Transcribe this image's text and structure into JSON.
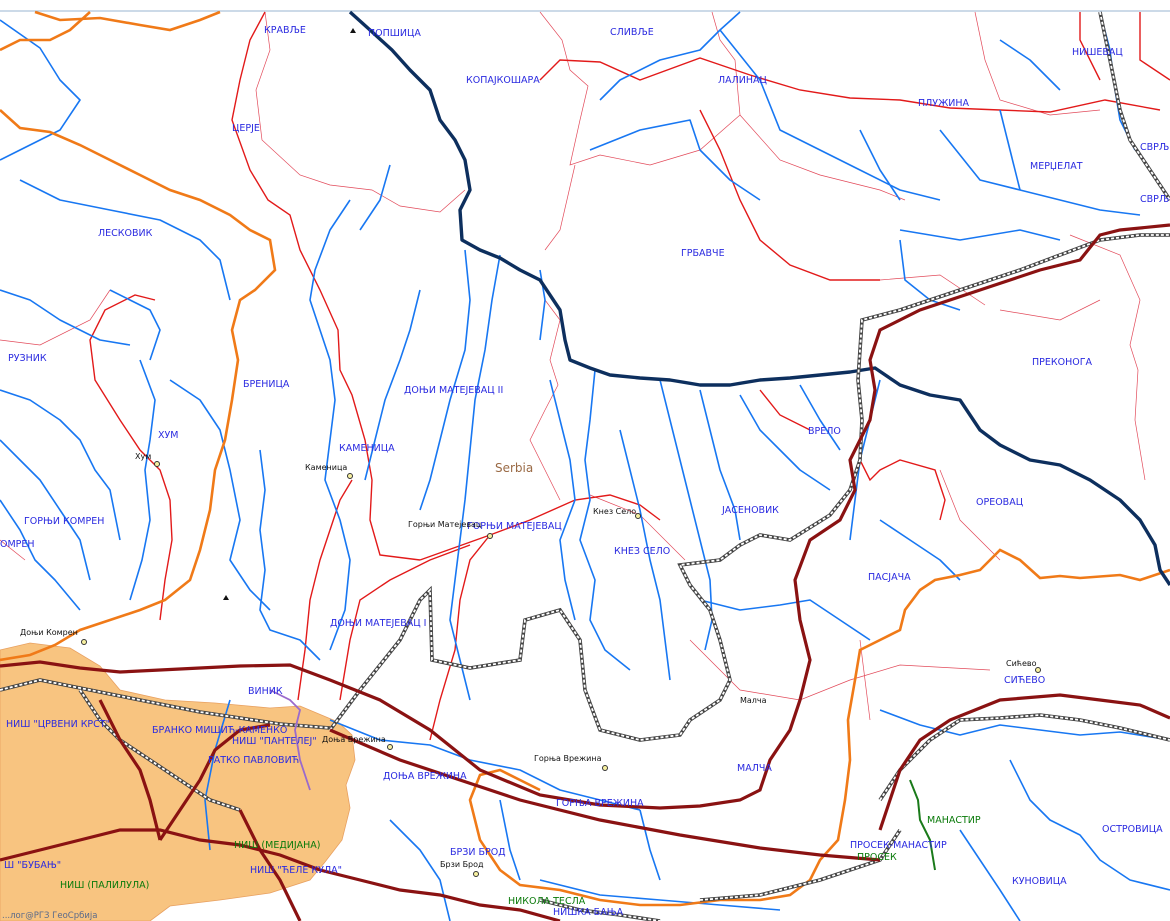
{
  "map": {
    "region_label": "Serbia",
    "credit": "...лог@РГЗ ГеоСрбија",
    "colors": {
      "river": "#1877f2",
      "municipal_border": "#e21a1a",
      "district_border": "#f07a18",
      "regional_border": "#0d2f5e",
      "main_road": "#8a1212",
      "urban_area": "#f8c480",
      "railway": "#444444"
    },
    "settlement_labels": [
      "КРАВЉЕ",
      "ПОПШИЦА",
      "СЛИВЉЕ",
      "ЦЕРЈЕ",
      "КОПАЈКОШАРА",
      "ЛАЛИНАЦ",
      "НИШЕВАЦ",
      "ПЛУЖИНА",
      "СВРЉ",
      "МЕРЏЕЛАТ",
      "СВРЉ",
      "ЛЕСКОВИК",
      "ГРБАВЧЕ",
      "РУЗНИК",
      "БРЕНИЦА",
      "ДОЊИ МАТЕЈЕВАЦ II",
      "ПРЕКОНОГА",
      "ХУМ",
      "КАМЕНИЦА",
      "ВРЕЛО",
      "ГОРЊИ КОМРЕН",
      "ОМРЕН",
      "ГОРЊИ МАТЕЈЕВАЦ",
      "ЈАСЕНОВИК",
      "ОРЕОВАЦ",
      "КНЕЗ СЕЛО",
      "ПАСЈАЧА",
      "ДОЊИ МАТЕЈЕВАЦ I",
      "СИЋЕВО",
      "ВИНИК",
      "НИШ \"ЦРВЕНИ КРСТ\"",
      "БРАНКО МИШИЋ-КАМЕНКО",
      "НИШ \"ПАНТЕЛЕЈ\"",
      "РАТКО ПАВЛОВИЋ",
      "ДОЊА ВРЕЖИНА",
      "МАЛЧА",
      "ГОРЊА ВРЕЖИНА",
      "МАНАСТИР",
      "ОСТРОВИЦА",
      "НИШ (МЕДИЈАНА)",
      "БРЗИ БРОД",
      "ПРОСЕК-МАНАСТИР",
      "ПРОСЕК",
      "Ш \"БУБАЊ\"",
      "НИШ (ПАЛИЛУЛА)",
      "НИШ \"ЋЕЛЕ КУЛА\"",
      "НИКОЛА ТЕСЛА",
      "НИШКА БАЊА",
      "КУНОВИЦА"
    ],
    "town_labels": [
      "Хум",
      "Каменица",
      "Горњи Матејевац",
      "Кнез Село",
      "Доњи Комрен",
      "Доња Врежина",
      "Горња Врежина",
      "Малча",
      "Сићево",
      "Брзи Брод"
    ]
  }
}
